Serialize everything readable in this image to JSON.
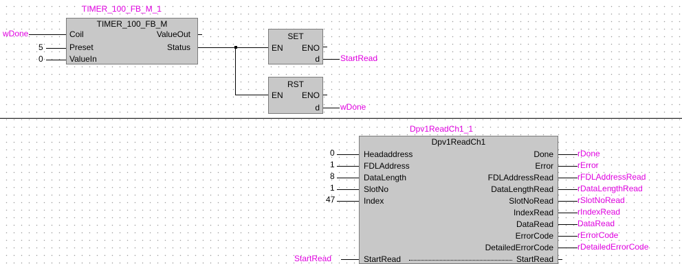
{
  "rung1": {
    "timer": {
      "instance": "TIMER_100_FB_M_1",
      "type": "TIMER_100_FB_M",
      "inputs": [
        "Coil",
        "Preset",
        "ValueIn"
      ],
      "outputs": [
        "ValueOut",
        "Status"
      ],
      "coil_var": "wDone",
      "preset_val": "5",
      "valuein_val": "0"
    },
    "set": {
      "name": "SET",
      "en": "EN",
      "eno": "ENO",
      "d": "d",
      "target": "StartRead"
    },
    "rst": {
      "name": "RST",
      "en": "EN",
      "eno": "ENO",
      "d": "d",
      "target": "wDone"
    }
  },
  "rung2": {
    "fb": {
      "instance": "Dpv1ReadCh1_1",
      "type": "Dpv1ReadCh1",
      "inputs": [
        {
          "name": "Headaddress",
          "value": "0"
        },
        {
          "name": "FDLAddress",
          "value": "1"
        },
        {
          "name": "DataLength",
          "value": "8"
        },
        {
          "name": "SlotNo",
          "value": "1"
        },
        {
          "name": "Index",
          "value": "47"
        }
      ],
      "outputs": [
        {
          "name": "Done",
          "var": "rDone"
        },
        {
          "name": "Error",
          "var": "rError"
        },
        {
          "name": "FDLAddressRead",
          "var": "rFDLAddressRead"
        },
        {
          "name": "DataLengthRead",
          "var": "rDataLengthRead"
        },
        {
          "name": "SlotNoRead",
          "var": "rSlotNoRead"
        },
        {
          "name": "IndexRead",
          "var": "rIndexRead"
        },
        {
          "name": "DataRead",
          "var": "DataRead"
        },
        {
          "name": "ErrorCode",
          "var": "rErrorCode"
        },
        {
          "name": "DetailedErrorCode",
          "var": "rDetailedErrorCode"
        }
      ],
      "inout_in": "StartRead",
      "inout_out": "StartRead",
      "inout_var": "StartRead"
    }
  },
  "colors": {
    "variable": "#e000e0",
    "block": "#c8c8c8",
    "background": "#ffffff"
  }
}
